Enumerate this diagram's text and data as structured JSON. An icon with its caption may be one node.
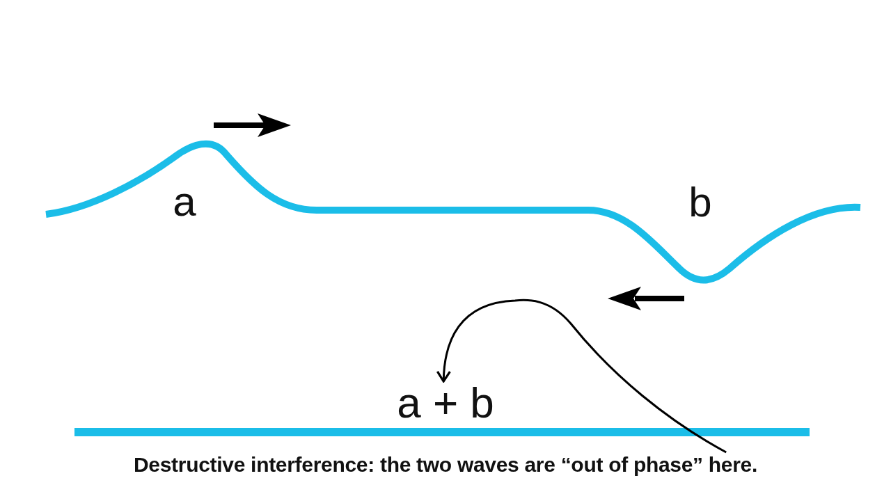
{
  "diagram": {
    "nodes": [
      {
        "text": [
          "Destructive interference: the two waves are “out of phase” here."
        ]
      },
      {
        "text": [
          "a + b"
        ]
      }
    ],
    "edges": [
      {
        "from": 0,
        "to": 1,
        "arrow": "to"
      }
    ],
    "labels": [
      "a",
      "b"
    ]
  }
}
